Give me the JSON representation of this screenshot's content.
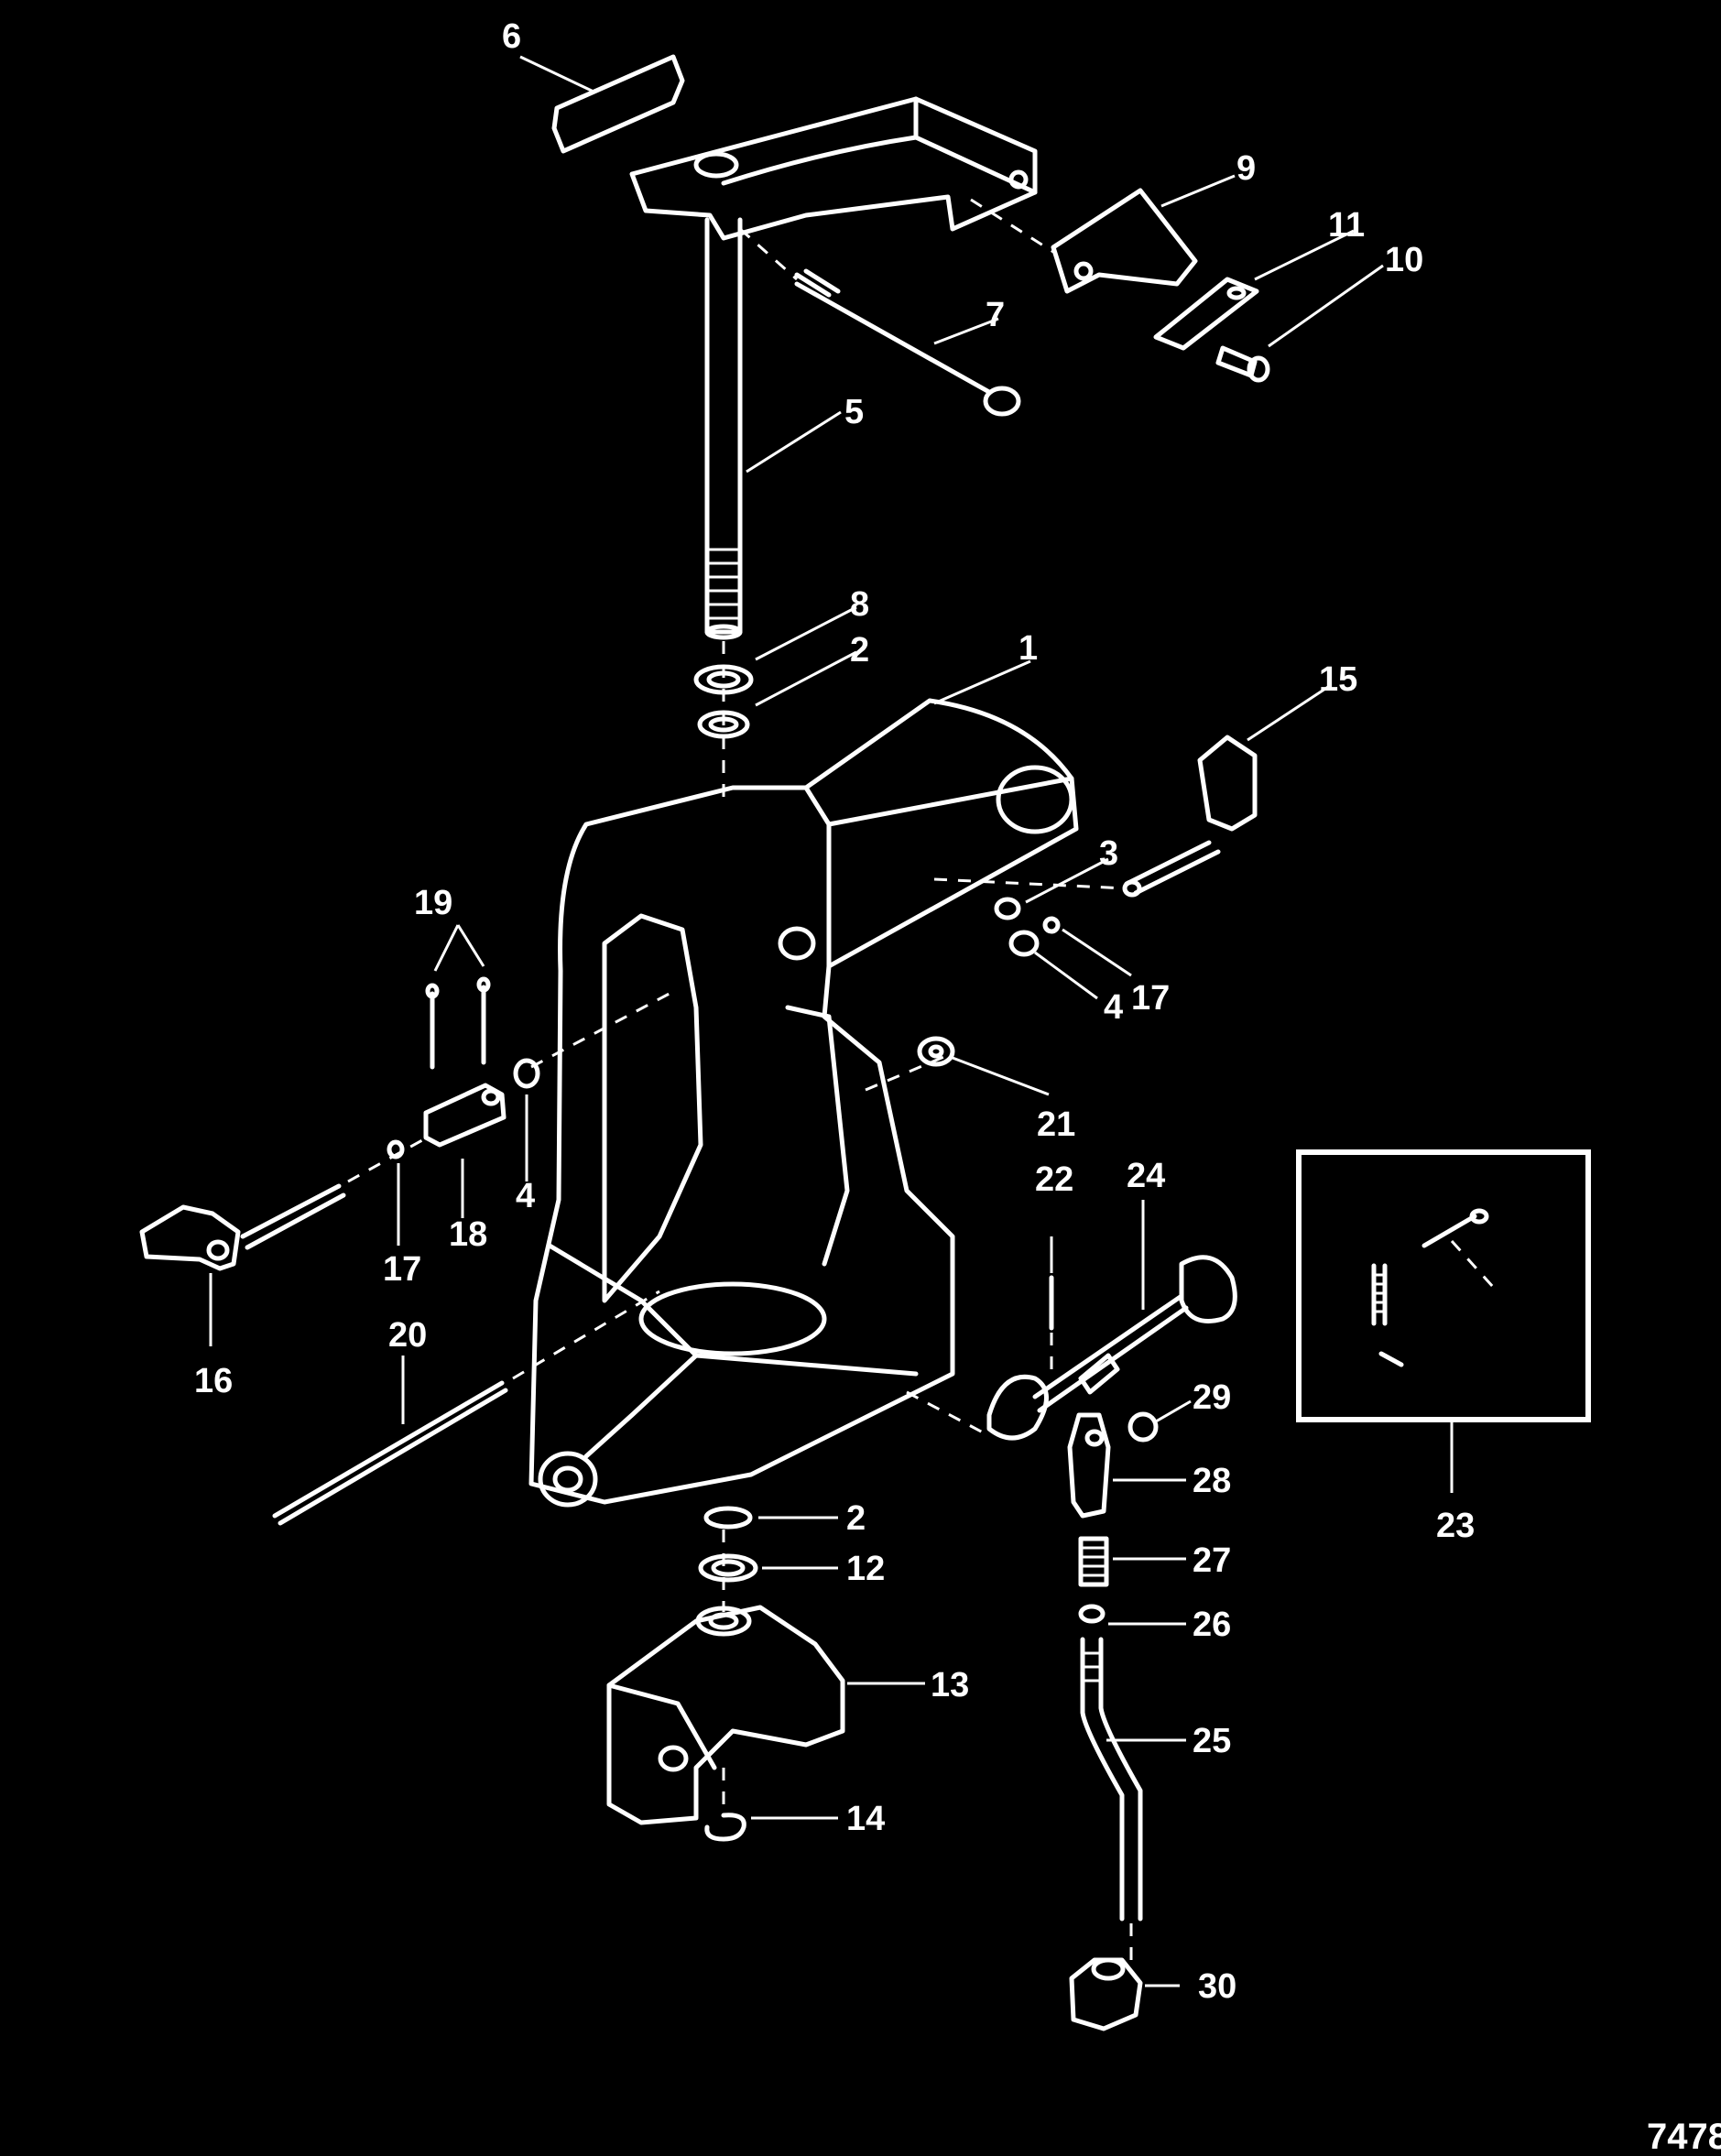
{
  "figure_number": "7478",
  "callouts": [
    {
      "id": "c1",
      "text": "1"
    },
    {
      "id": "c2a",
      "text": "2"
    },
    {
      "id": "c2b",
      "text": "2"
    },
    {
      "id": "c3",
      "text": "3"
    },
    {
      "id": "c4a",
      "text": "4"
    },
    {
      "id": "c4b",
      "text": "4"
    },
    {
      "id": "c5",
      "text": "5"
    },
    {
      "id": "c6",
      "text": "6"
    },
    {
      "id": "c7",
      "text": "7"
    },
    {
      "id": "c8",
      "text": "8"
    },
    {
      "id": "c9",
      "text": "9"
    },
    {
      "id": "c10",
      "text": "10"
    },
    {
      "id": "c11",
      "text": "11"
    },
    {
      "id": "c12",
      "text": "12"
    },
    {
      "id": "c13",
      "text": "13"
    },
    {
      "id": "c14",
      "text": "14"
    },
    {
      "id": "c15",
      "text": "15"
    },
    {
      "id": "c16",
      "text": "16"
    },
    {
      "id": "c17a",
      "text": "17"
    },
    {
      "id": "c17b",
      "text": "17"
    },
    {
      "id": "c18",
      "text": "18"
    },
    {
      "id": "c19",
      "text": "19"
    },
    {
      "id": "c20",
      "text": "20"
    },
    {
      "id": "c21",
      "text": "21"
    },
    {
      "id": "c22",
      "text": "22"
    },
    {
      "id": "c23",
      "text": "23"
    },
    {
      "id": "c24",
      "text": "24"
    },
    {
      "id": "c25",
      "text": "25"
    },
    {
      "id": "c26",
      "text": "26"
    },
    {
      "id": "c27",
      "text": "27"
    },
    {
      "id": "c28",
      "text": "28"
    },
    {
      "id": "c29",
      "text": "29"
    },
    {
      "id": "c30",
      "text": "30"
    }
  ]
}
